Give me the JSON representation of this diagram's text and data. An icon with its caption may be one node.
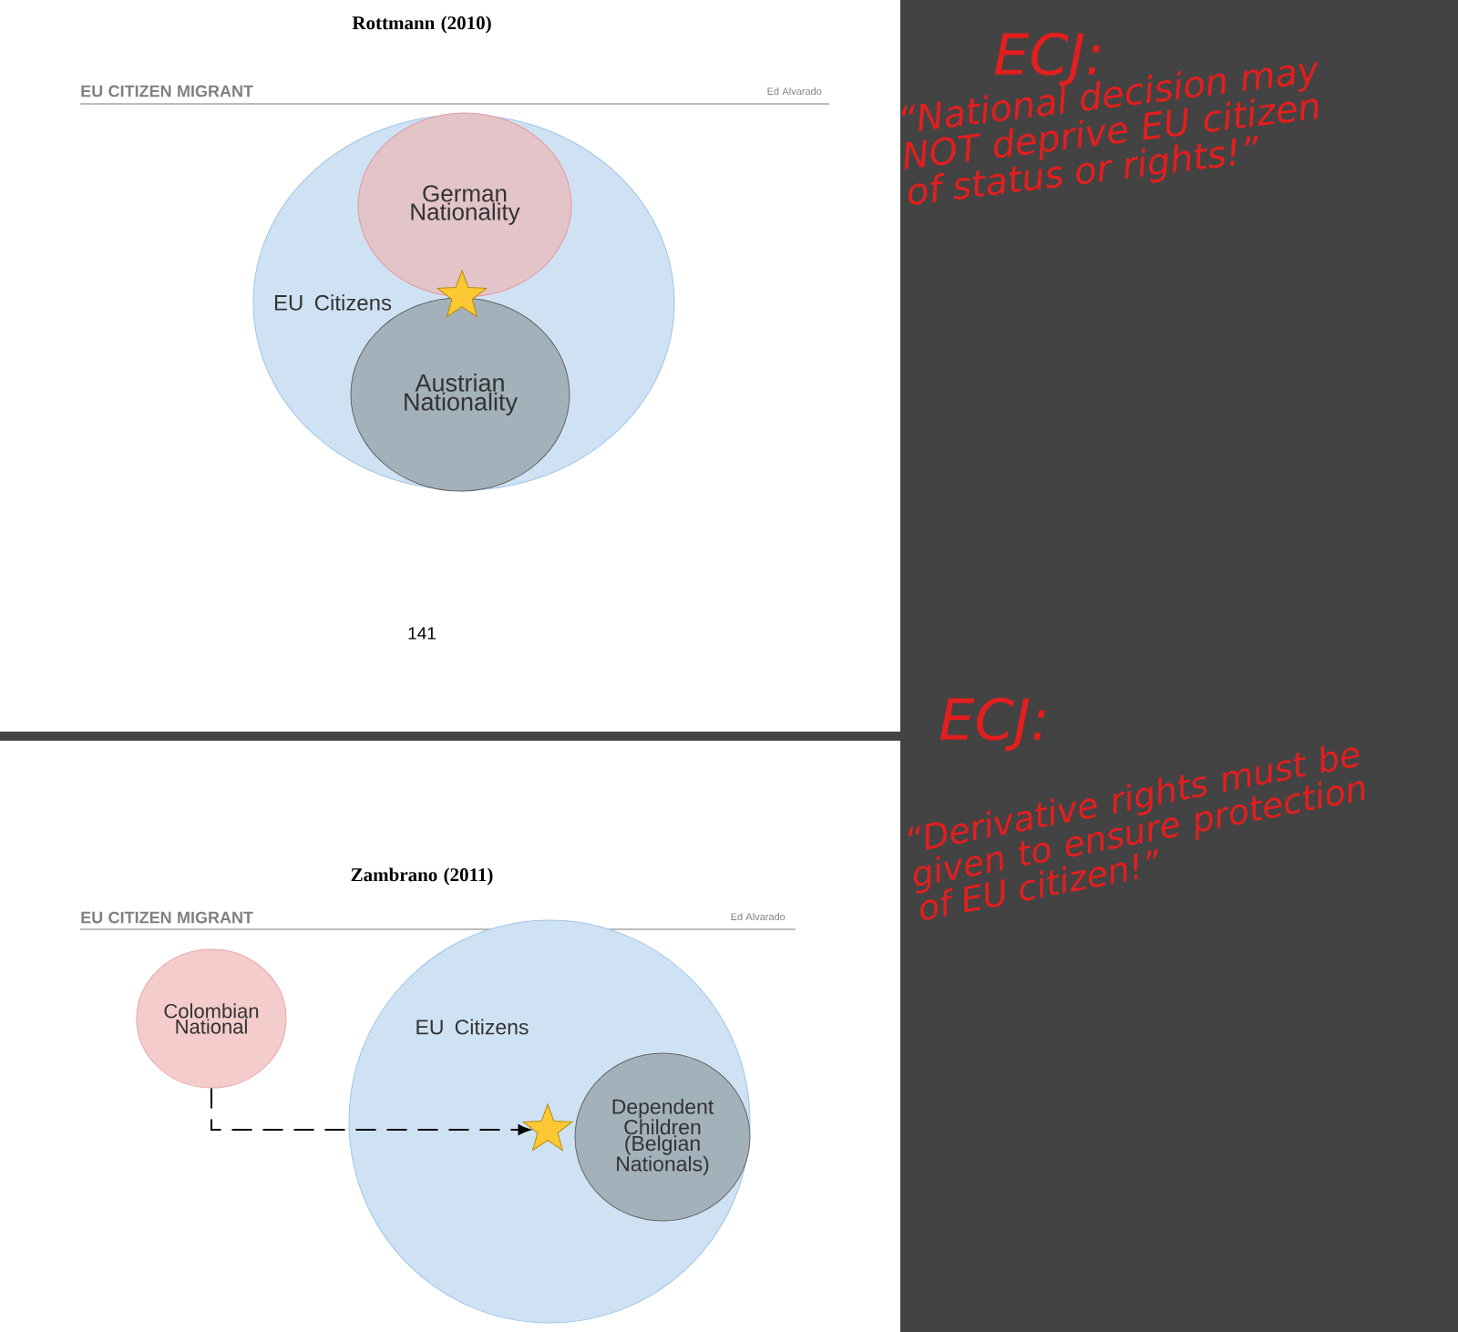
{
  "diagram": {
    "nodes": [
      {
        "text": [
          "EU Citizens"
        ]
      },
      {
        "text": [
          "German Nationality"
        ],
        "in": 0
      },
      {
        "text": [
          "Austrian Nationality"
        ],
        "in": 0
      },
      {
        "text": [],
        "shape": "star",
        "in": 0
      },
      {
        "text": [
          "Colombian National"
        ]
      },
      {
        "text": [
          "EU Citizens"
        ]
      },
      {
        "text": [
          "Dependent Children (Belgian Nationals)"
        ],
        "in": 5
      },
      {
        "text": [],
        "shape": "star",
        "in": 5
      }
    ],
    "edges": [
      {
        "from": 4,
        "to": 7,
        "arrow": "to",
        "style": "dashed"
      }
    ],
    "labels": [
      "Rottmann (2010)",
      "EU CITIZEN MIGRANT",
      "Ed Alvarado",
      "141",
      "Zambrano (2011)",
      "EU CITIZEN MIGRANT",
      "Ed Alvarado",
      "ECJ:",
      "“National decision may NOT deprive EU citizen of status or rights!”",
      "ECJ:",
      "“Derivative rights must be given to ensure protection of EU citizen!”"
    ]
  }
}
